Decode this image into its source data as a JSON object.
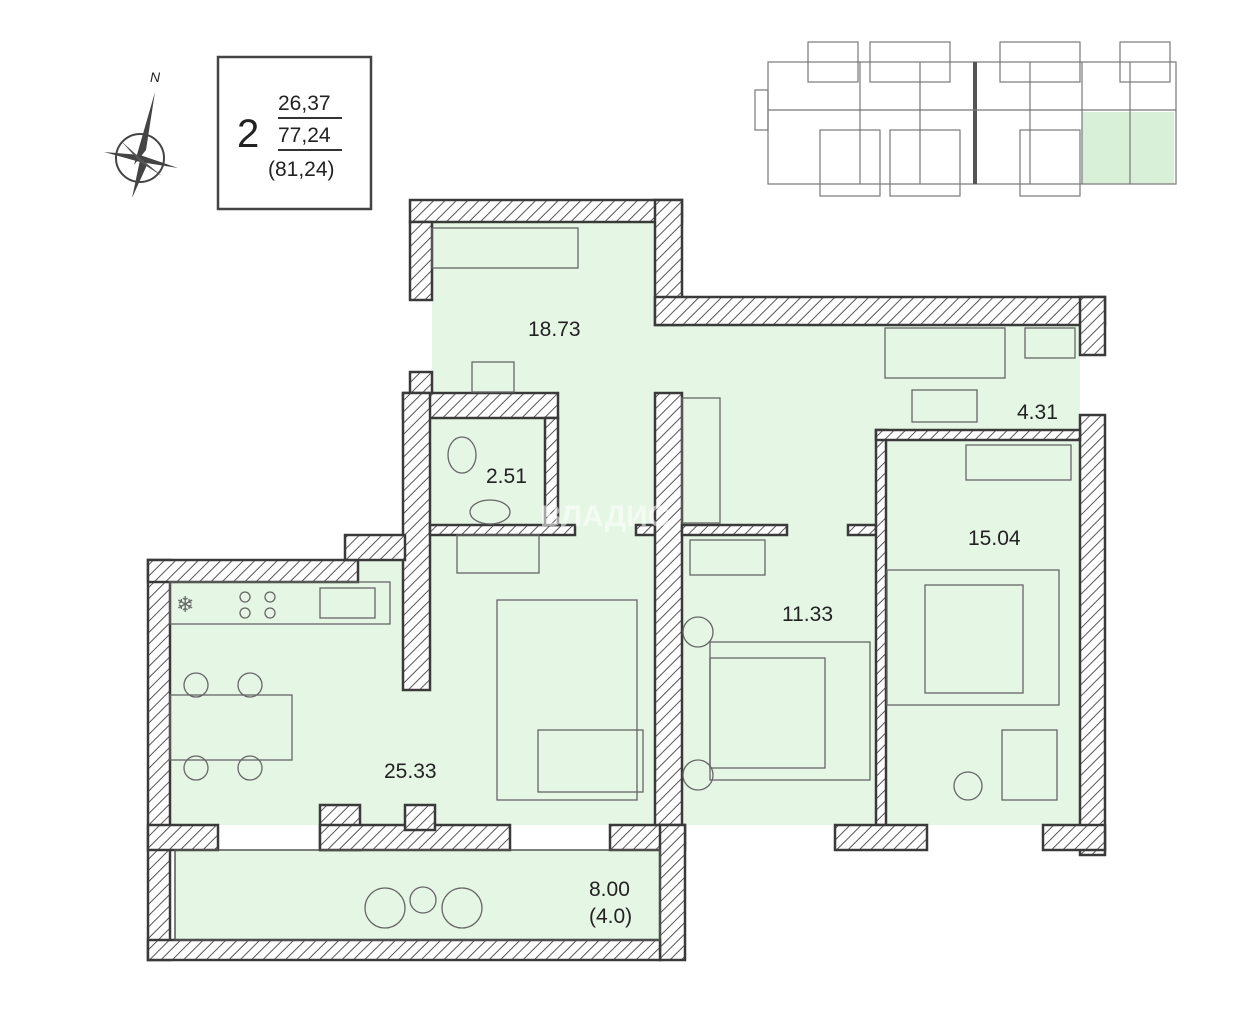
{
  "compass": {
    "north_label": "N"
  },
  "summary": {
    "rooms_count": "2",
    "living_area": "26,37",
    "total_area": "77,24",
    "total_area_with_balcony": "(81,24)"
  },
  "rooms": {
    "hall": "18.73",
    "wc": "2.51",
    "bathroom": "4.31",
    "bedroom_large": "15.04",
    "bedroom_small": "11.33",
    "kitchen_living": "25.33",
    "balcony": "8.00",
    "balcony_reduced": "(4.0)"
  },
  "watermark": "ВЛАДИС",
  "colors": {
    "room_fill": "#e5f6e5",
    "wall_stroke": "#3a3a3a",
    "highlight": "#d7f0d7"
  }
}
